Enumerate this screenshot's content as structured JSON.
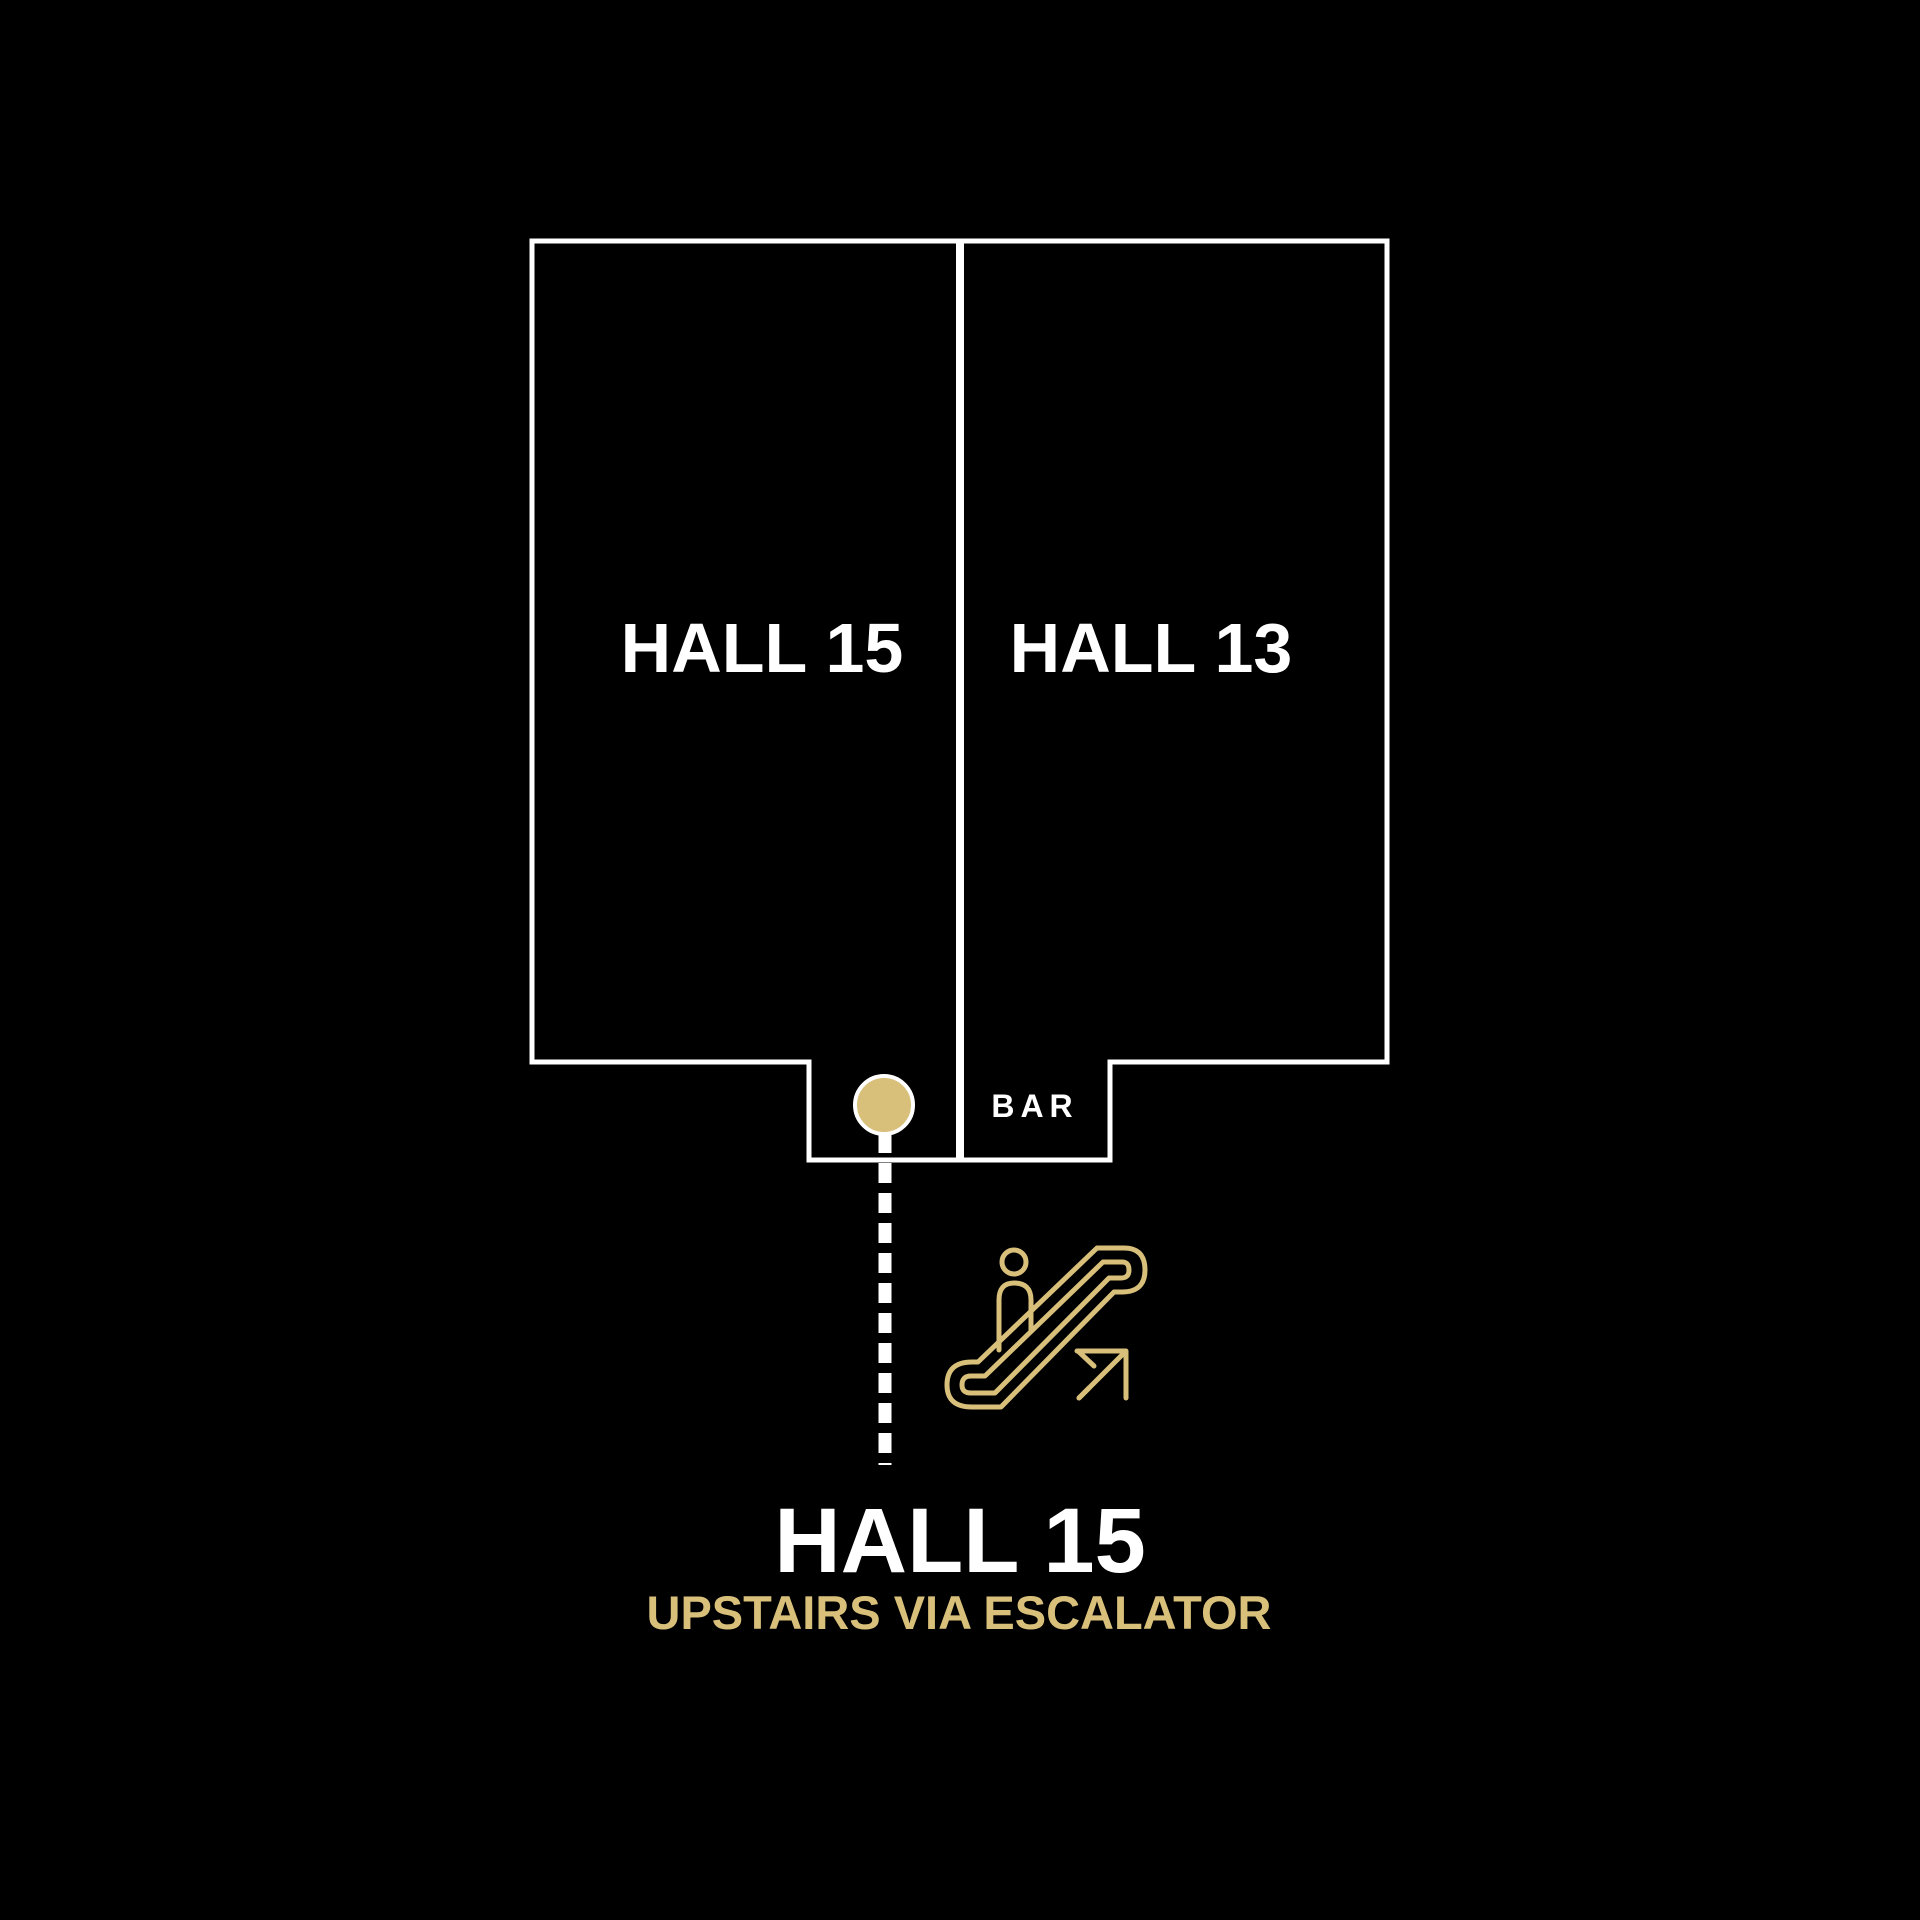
{
  "colors": {
    "background": "#000000",
    "outline": "#ffffff",
    "accent": "#d8bf7a",
    "text": "#ffffff"
  },
  "map": {
    "rooms": [
      {
        "id": "hall-15",
        "label": "HALL 15"
      },
      {
        "id": "hall-13",
        "label": "HALL 13"
      },
      {
        "id": "bar",
        "label": "BAR"
      }
    ],
    "marker": {
      "type": "you-are-here-dot"
    },
    "route": {
      "style": "dashed"
    },
    "icon": "escalator-up-icon"
  },
  "destination": {
    "title": "HALL 15",
    "subtitle": "UPSTAIRS VIA ESCALATOR"
  }
}
